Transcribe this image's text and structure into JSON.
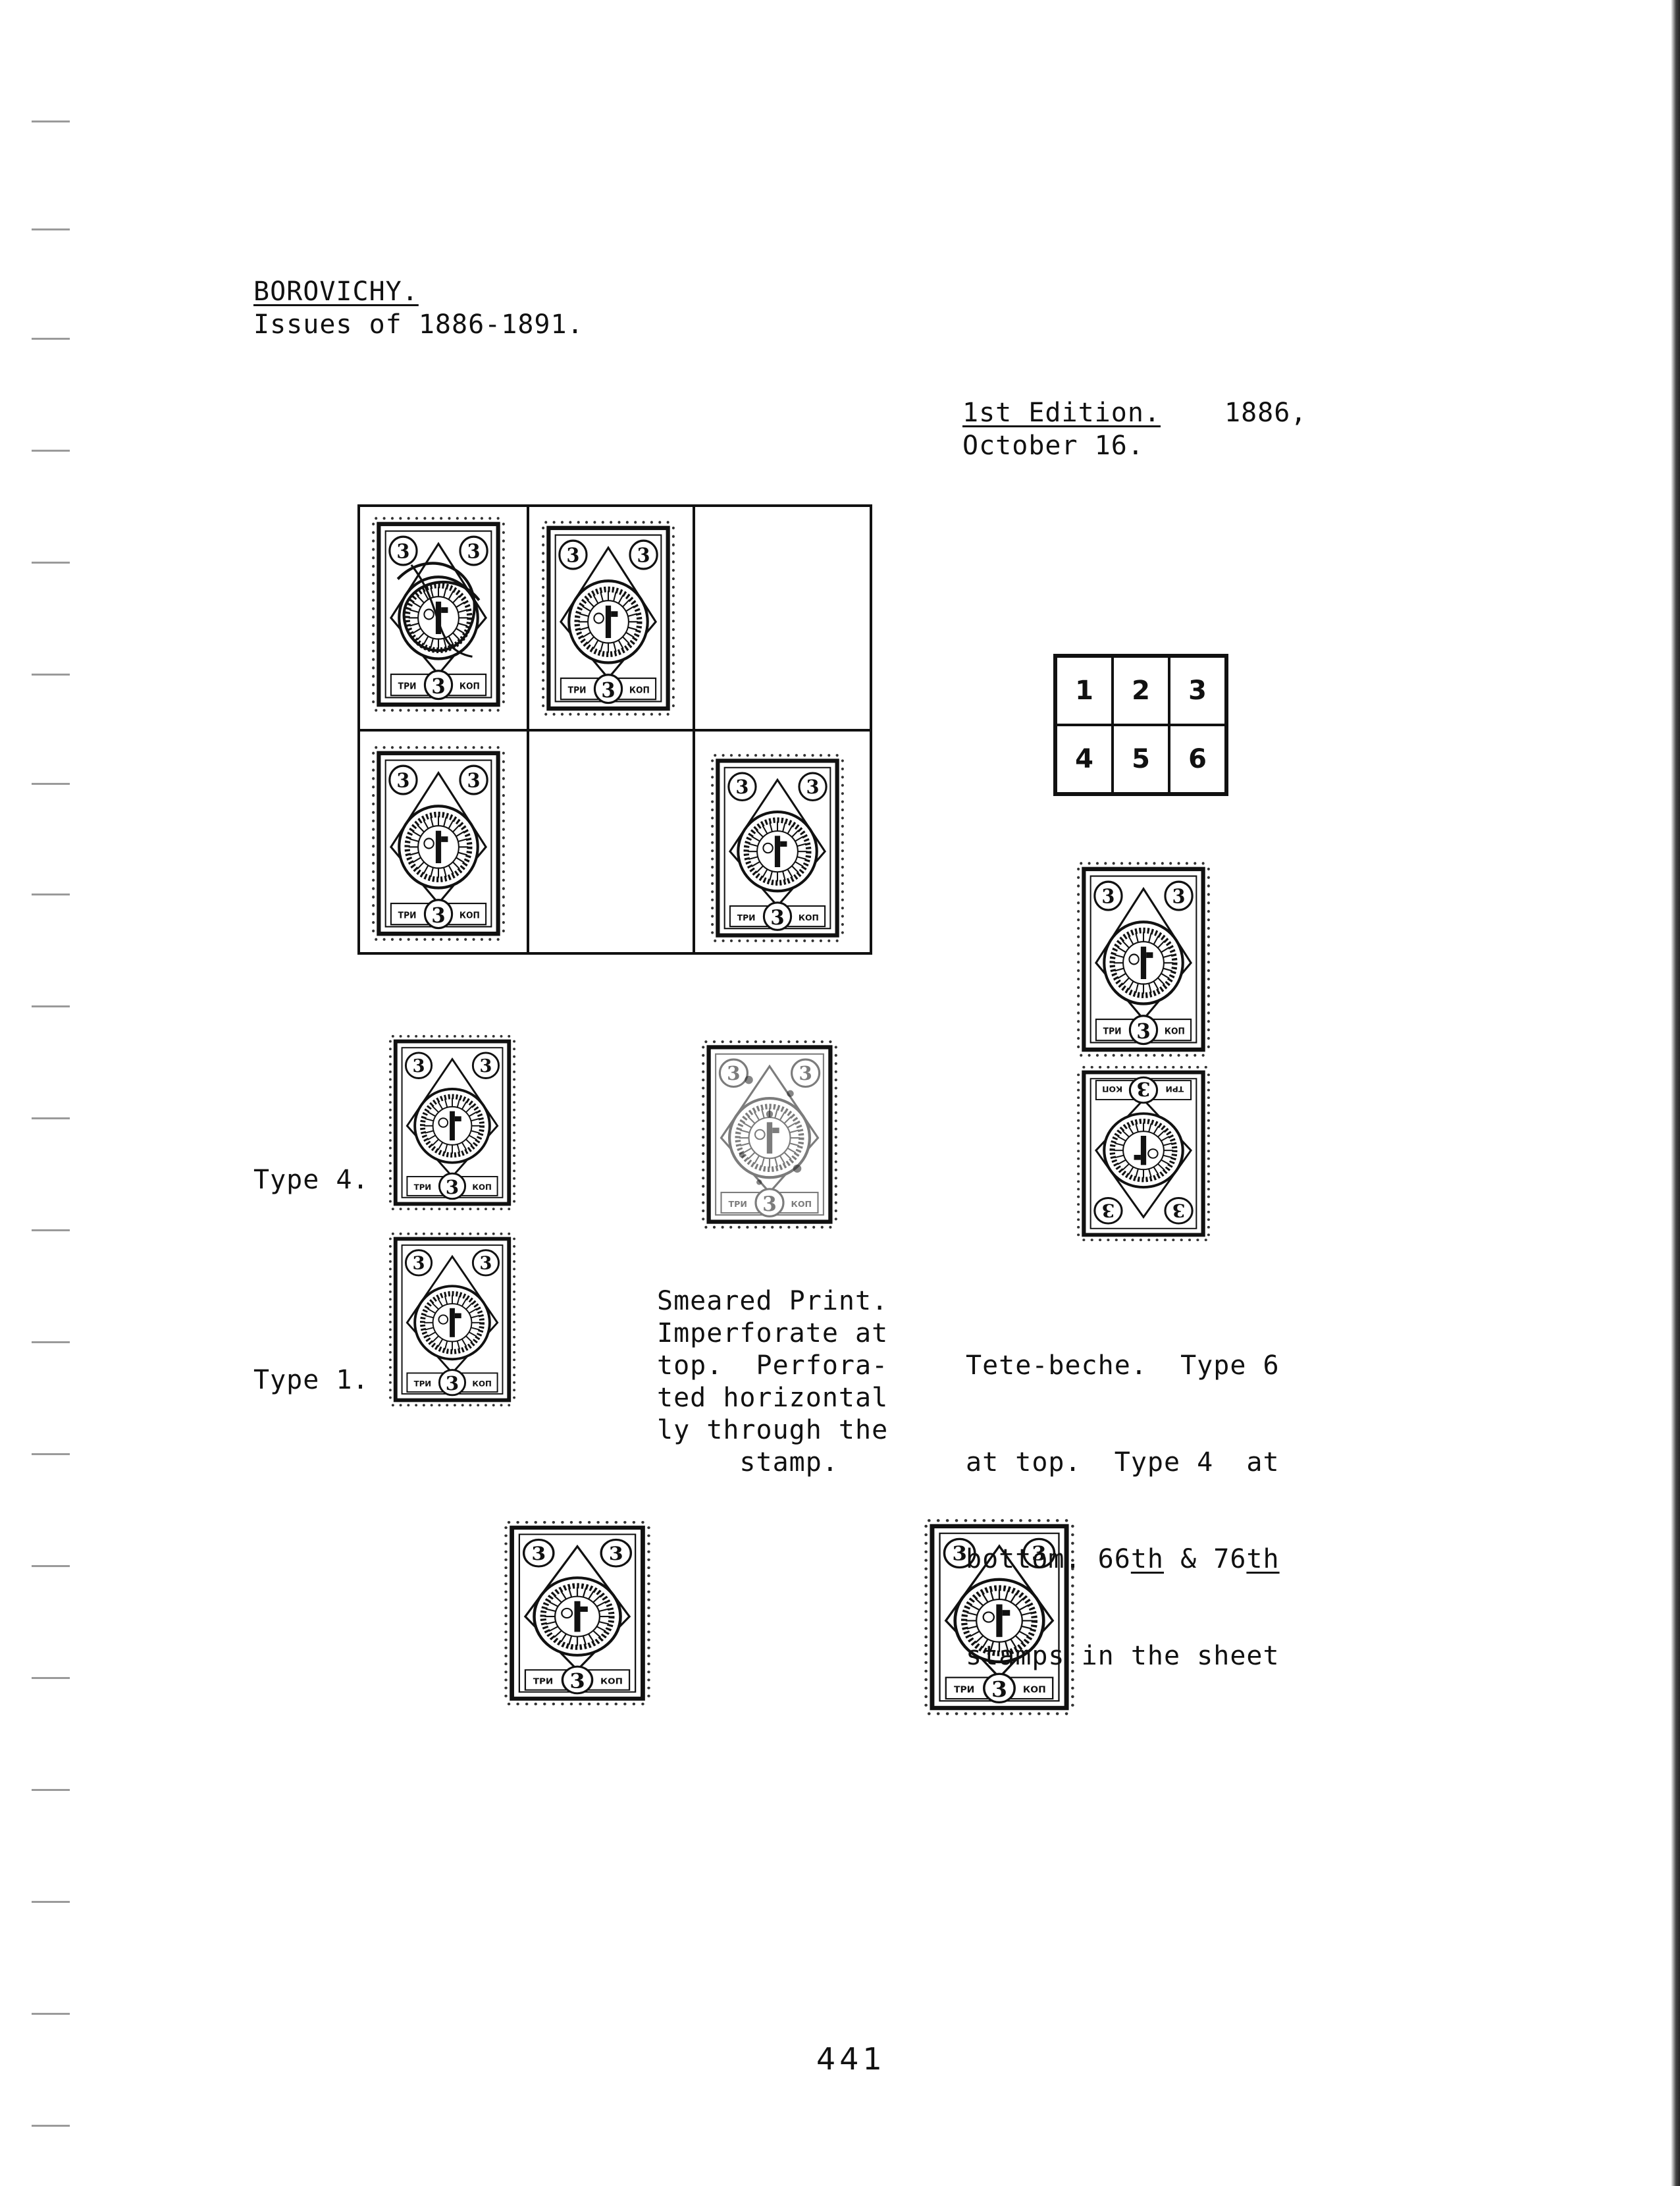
{
  "header": {
    "title": "BOROVICHY.",
    "subtitle": "Issues of 1886-1891."
  },
  "edition": {
    "label": "1st Edition.",
    "year": "1886,",
    "date": "October 16."
  },
  "position_grid": {
    "cells": [
      "1",
      "2",
      "3",
      "4",
      "5",
      "6"
    ]
  },
  "labels": {
    "type4": "Type 4.",
    "type1": "Type 1."
  },
  "captions": {
    "smeared": "Smeared Print.\nImperforate at\ntop.  Perfora-\nted horizontal\nly through the\n     stamp.",
    "tetebeche_line1": "Tete-beche.  Type 6",
    "tetebeche_line2": "at top.  Type 4  at",
    "tetebeche_line3_pre": "bottom. 66",
    "tetebeche_line3_th1": "th",
    "tetebeche_line3_mid": " & 76",
    "tetebeche_line3_th2": "th",
    "tetebeche_line4": "stamps in the sheet"
  },
  "stamp": {
    "value": "3",
    "left_word": "ТРИ",
    "right_word": "КОП"
  },
  "footer": {
    "page_number": "441"
  }
}
